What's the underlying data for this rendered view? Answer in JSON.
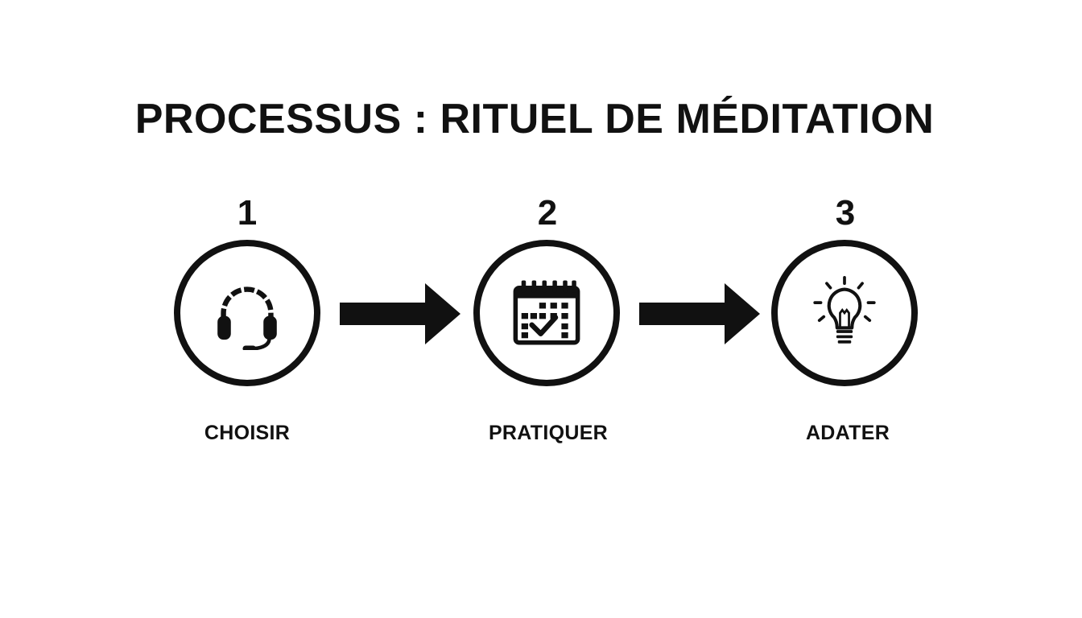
{
  "title": "PROCESSUS : RITUEL DE MÉDITATION",
  "steps": [
    {
      "number": "1",
      "label": "CHOISIR",
      "icon": "headset-icon"
    },
    {
      "number": "2",
      "label": "PRATIQUER",
      "icon": "calendar-check-icon"
    },
    {
      "number": "3",
      "label": "ADATER",
      "icon": "lightbulb-icon"
    }
  ],
  "colors": {
    "foreground": "#111111",
    "background": "#ffffff"
  }
}
